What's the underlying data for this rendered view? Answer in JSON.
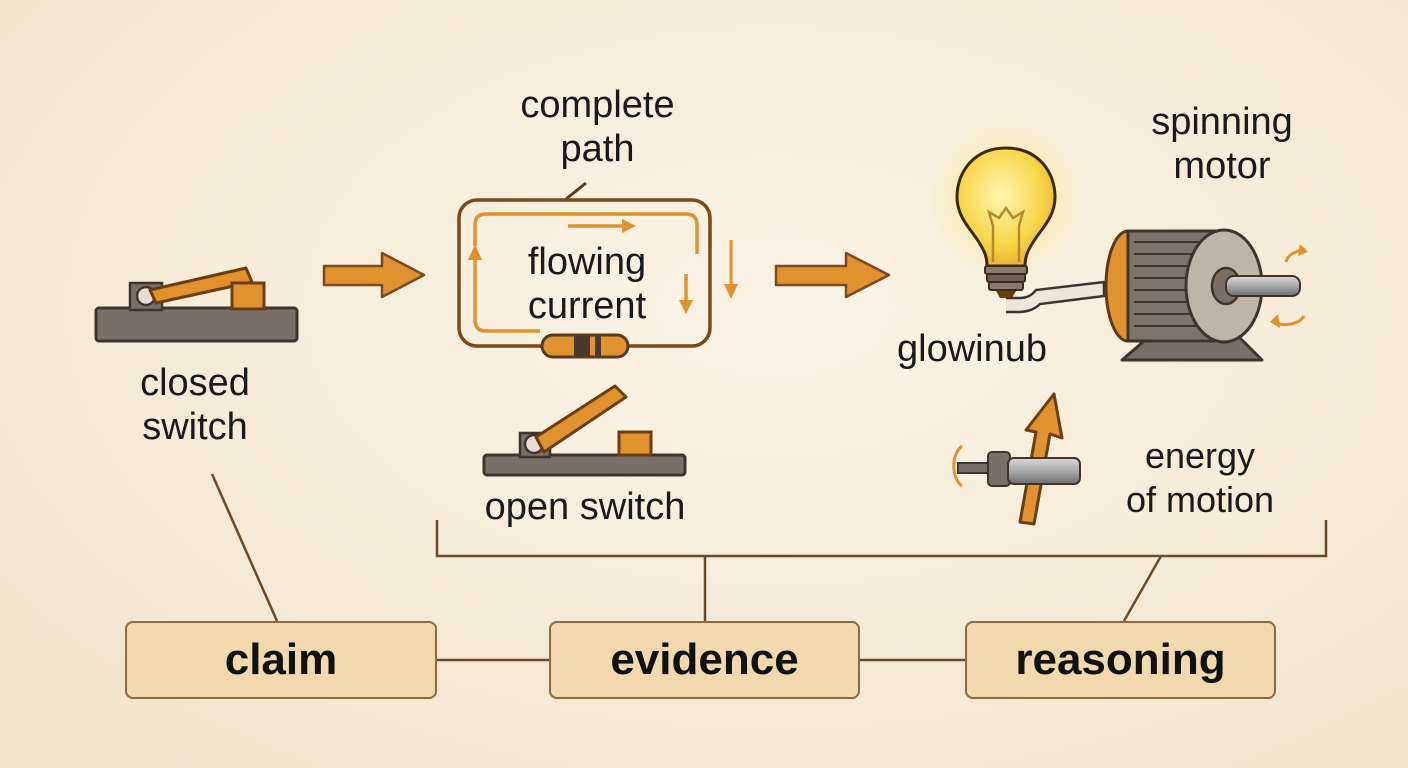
{
  "labels": {
    "closed_switch": "closed\nswitch",
    "complete_path": "complete\npath",
    "flowing_current": "flowing\ncurrent",
    "open_switch": "open switch",
    "glowing_bulb": "glowinub",
    "spinning_motor": "spinning\nmotor",
    "energy_of_motion": "energy\nof motion"
  },
  "cer_boxes": {
    "claim": "claim",
    "evidence": "evidence",
    "reasoning": "reasoning"
  },
  "colors": {
    "background": "#f6ead6",
    "accent_orange": "#e0922f",
    "wire_brown": "#7a4a1c",
    "base_gray": "#7a7068",
    "bulb_yellow": "#f7d44a",
    "box_fill": "#f2d8ad",
    "box_border": "#8b6a45"
  }
}
